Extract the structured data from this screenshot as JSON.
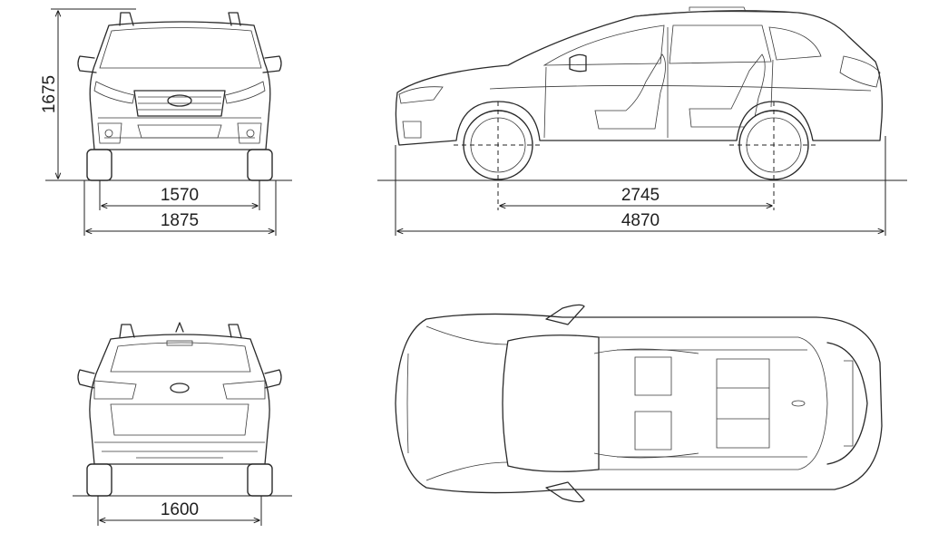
{
  "dimensions": {
    "height": "1675",
    "front_track": "1570",
    "width": "1875",
    "wheelbase": "2745",
    "length": "4870",
    "rear_track": "1600"
  }
}
